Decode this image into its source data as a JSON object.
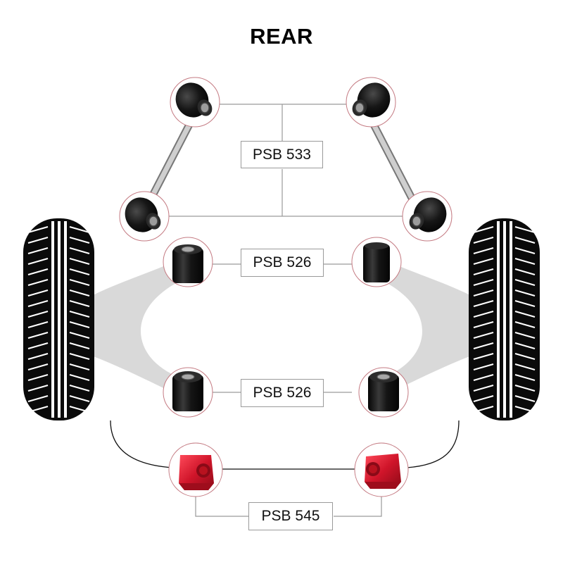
{
  "diagram": {
    "title": "REAR",
    "labels": {
      "upper_link": "PSB 533",
      "upper_arm": "PSB 526",
      "lower_arm": "PSB 526",
      "anti_roll_bar": "PSB 545"
    },
    "colors": {
      "bush_black": "#141414",
      "bush_red": "#d0152a",
      "circle_outline": "#c47a82",
      "link_line": "#9a9a9a",
      "arm_fill": "#d9d9d9",
      "tyre": "#0a0a0a"
    }
  }
}
